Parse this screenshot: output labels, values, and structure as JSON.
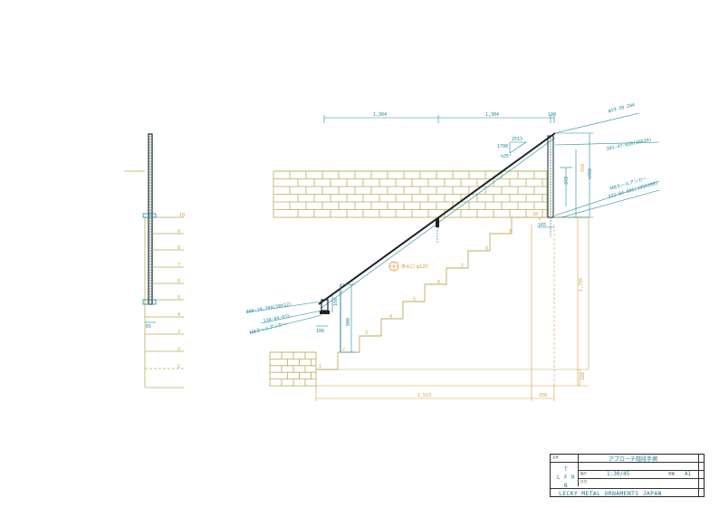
{
  "colors": {
    "teal": "#1a8a9a",
    "olive": "#b8ad5a",
    "orange": "#d6a13a",
    "dark": "#222222",
    "cyan": "#2aa8c8"
  },
  "dims": {
    "top_span_1": "1,304",
    "top_span_2": "1,304",
    "top_post_offset": "100",
    "slope_run": "2513",
    "slope_rise": "1798",
    "slope_angle": "≒35°",
    "post_height_1": "372",
    "post_height_2": "≒960",
    "post_height_3": "910",
    "post_base_offset": "165",
    "bottom_post_height": "800",
    "bottom_post_small": "100",
    "bottom_post_top": "160",
    "total_run": "2,513",
    "end_offset": "250",
    "right_total_height": "1,799",
    "bottom_rise": "180",
    "left_width": "65"
  },
  "labels": {
    "top_rail": "φ19-20-204",
    "mid_rail": "301-47-028(30X20)",
    "anchor_top": "M8ホールアンカー",
    "bracket_top": "332-04-095(105X100)",
    "bottom_rail": "900-20-204(50X12)",
    "bottom_bracket": "130-04-015",
    "anchor_bottom": "M8ホールアンカー",
    "drain": "排水口 φ120"
  },
  "steps": [
    "1",
    "2",
    "3",
    "4",
    "5",
    "6",
    "7",
    "8",
    "9",
    "10"
  ],
  "left_levels": [
    "10",
    "9",
    "8",
    "7",
    "6",
    "5",
    "4",
    "3",
    "2",
    "1"
  ],
  "title_block": {
    "name_label": "名称",
    "title": "アプローチ階段手摺",
    "scale_label": "縮尺",
    "scale": "1:30/45",
    "date_label": "日付",
    "no_label": "図番",
    "no": "A1",
    "logo_letters": [
      "T",
      "F",
      "R",
      "L",
      "B"
    ],
    "company": "LECKY METAL ORNAMENTS JAPAN"
  }
}
